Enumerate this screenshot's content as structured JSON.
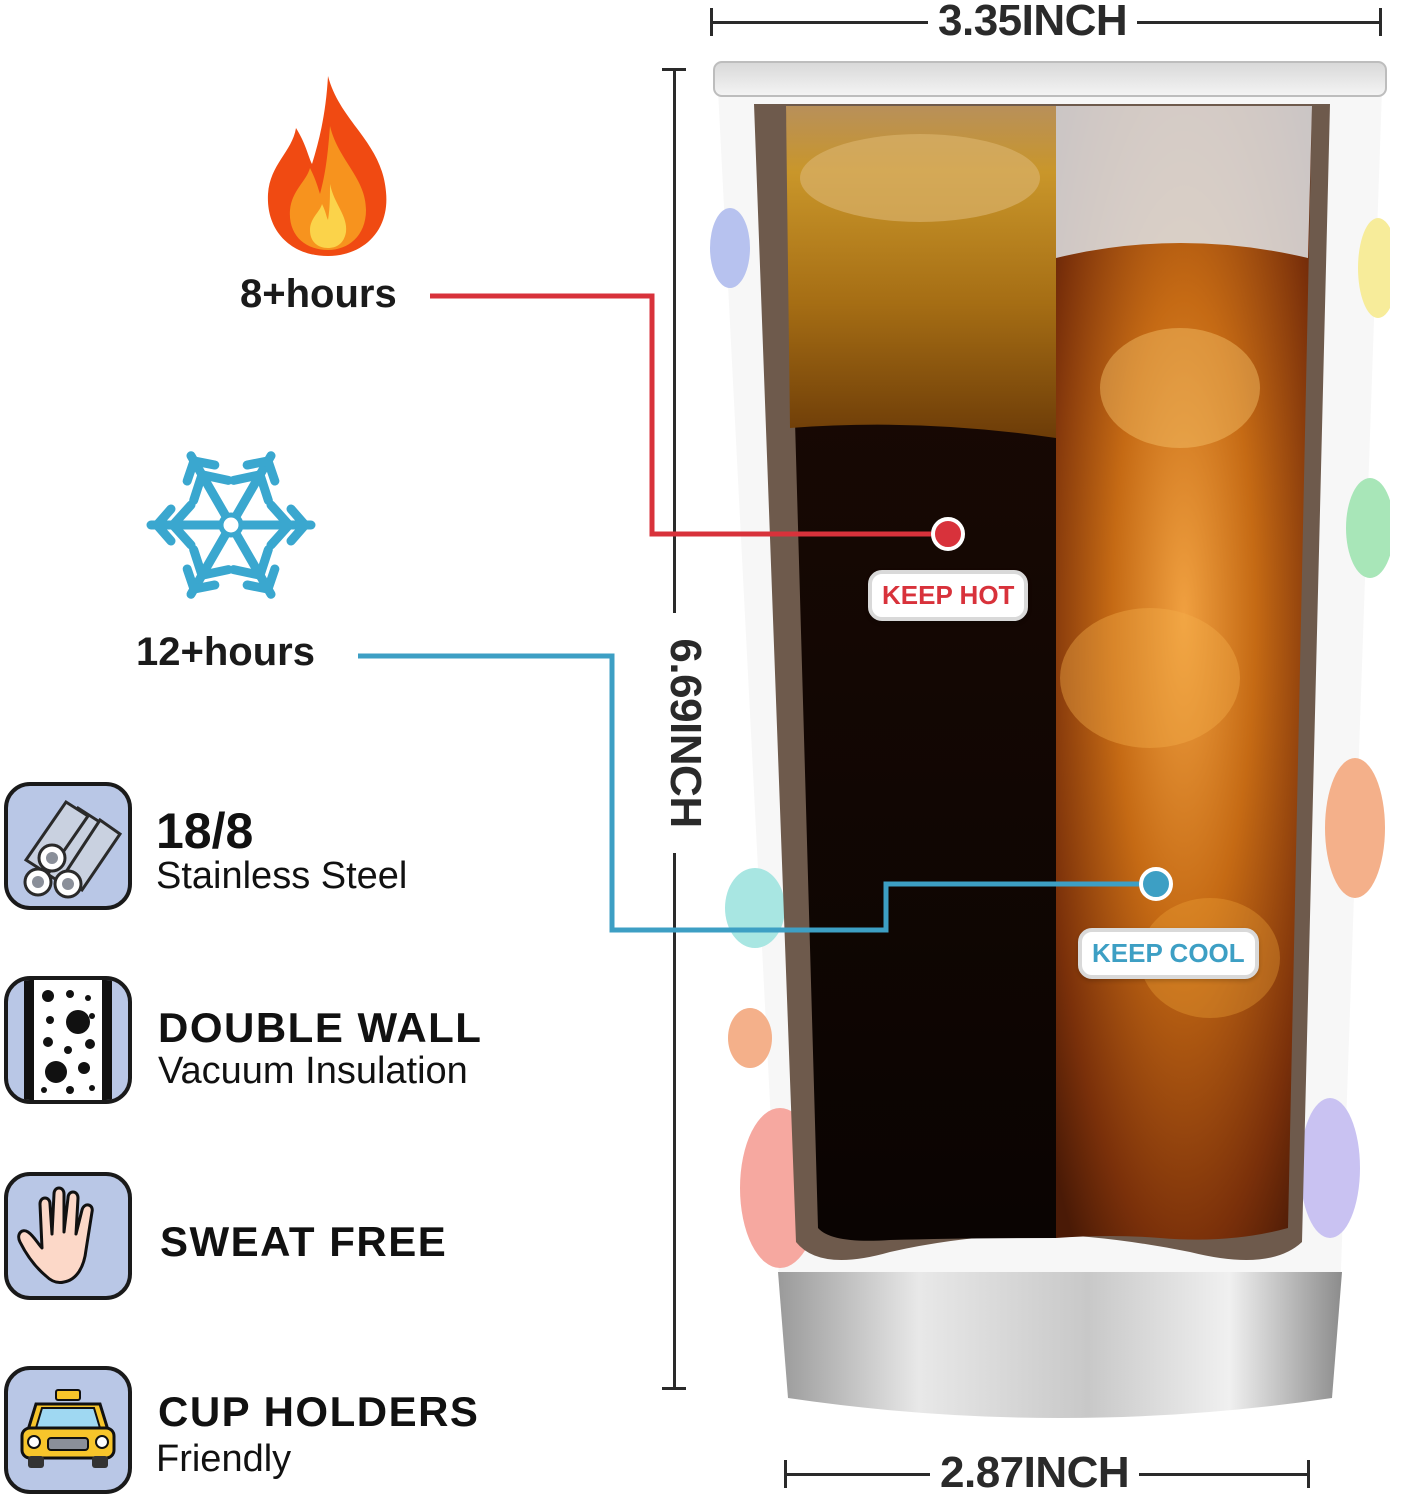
{
  "dimensions": {
    "width_top": "3.35INCH",
    "height": "6.69INCH",
    "width_bottom": "2.87INCH"
  },
  "hot": {
    "hours": "8+hours",
    "tag": "KEEP HOT",
    "icon": "flame-icon",
    "color": "#d8323b"
  },
  "cold": {
    "hours": "12+hours",
    "tag": "KEEP COOL",
    "icon": "snowflake-icon",
    "color": "#3d9fc4"
  },
  "features": [
    {
      "title": "18/8",
      "subtitle": "Stainless Steel",
      "icon": "steel-pipes-icon"
    },
    {
      "title": "DOUBLE WALL",
      "subtitle": "Vacuum Insulation",
      "icon": "vacuum-wall-icon"
    },
    {
      "title": "SWEAT FREE",
      "subtitle": "",
      "icon": "hand-icon"
    },
    {
      "title": "CUP HOLDERS",
      "subtitle": "Friendly",
      "icon": "car-icon"
    }
  ]
}
